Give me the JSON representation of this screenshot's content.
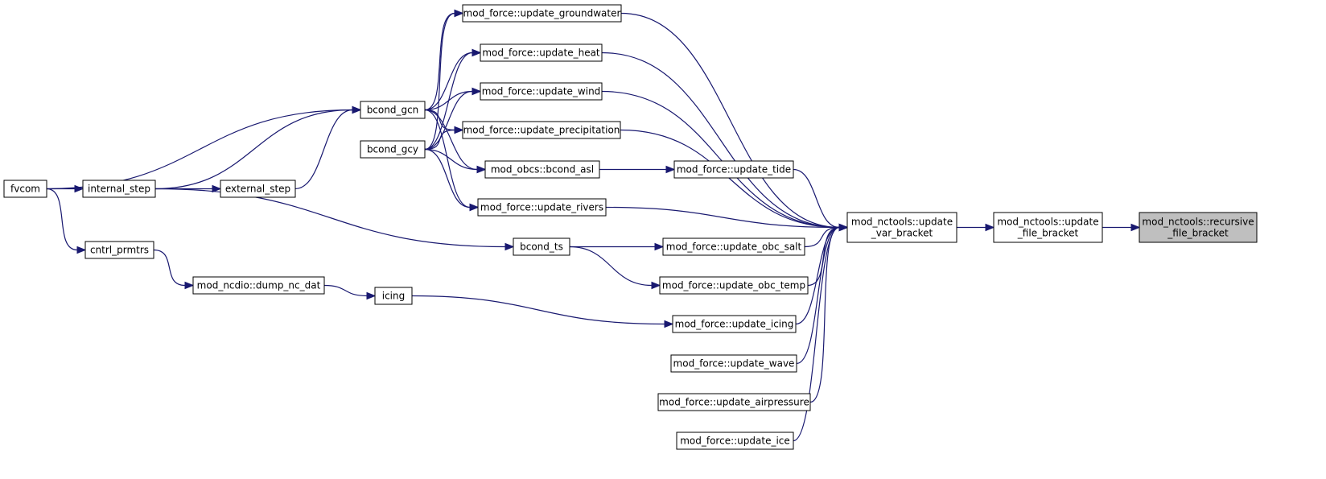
{
  "graph": {
    "edge_color": "#191970",
    "highlight_fill": "#bfbfbf",
    "nodes": [
      {
        "id": "fvcom",
        "lines": [
          "fvcom"
        ]
      },
      {
        "id": "internal_step",
        "lines": [
          "internal_step"
        ]
      },
      {
        "id": "cntrl_prmtrs",
        "lines": [
          "cntrl_prmtrs"
        ]
      },
      {
        "id": "external_step",
        "lines": [
          "external_step"
        ]
      },
      {
        "id": "bcond_gcn",
        "lines": [
          "bcond_gcn"
        ]
      },
      {
        "id": "bcond_gcy",
        "lines": [
          "bcond_gcy"
        ]
      },
      {
        "id": "dump_nc_dat",
        "lines": [
          "mod_ncdio::dump_nc_dat"
        ]
      },
      {
        "id": "icing",
        "lines": [
          "icing"
        ]
      },
      {
        "id": "update_groundwater",
        "lines": [
          "mod_force::update_groundwater"
        ]
      },
      {
        "id": "update_heat",
        "lines": [
          "mod_force::update_heat"
        ]
      },
      {
        "id": "update_wind",
        "lines": [
          "mod_force::update_wind"
        ]
      },
      {
        "id": "update_precipitation",
        "lines": [
          "mod_force::update_precipitation"
        ]
      },
      {
        "id": "bcond_asl",
        "lines": [
          "mod_obcs::bcond_asl"
        ]
      },
      {
        "id": "update_rivers",
        "lines": [
          "mod_force::update_rivers"
        ]
      },
      {
        "id": "bcond_ts",
        "lines": [
          "bcond_ts"
        ]
      },
      {
        "id": "update_tide",
        "lines": [
          "mod_force::update_tide"
        ]
      },
      {
        "id": "update_obc_salt",
        "lines": [
          "mod_force::update_obc_salt"
        ]
      },
      {
        "id": "update_obc_temp",
        "lines": [
          "mod_force::update_obc_temp"
        ]
      },
      {
        "id": "update_icing",
        "lines": [
          "mod_force::update_icing"
        ]
      },
      {
        "id": "update_wave",
        "lines": [
          "mod_force::update_wave"
        ]
      },
      {
        "id": "update_airpressure",
        "lines": [
          "mod_force::update_airpressure"
        ]
      },
      {
        "id": "update_ice",
        "lines": [
          "mod_force::update_ice"
        ]
      },
      {
        "id": "update_var_bracket",
        "lines": [
          "mod_nctools::update",
          "_var_bracket"
        ]
      },
      {
        "id": "update_file_bracket",
        "lines": [
          "mod_nctools::update",
          "_file_bracket"
        ]
      },
      {
        "id": "recursive_file_bracket",
        "lines": [
          "mod_nctools::recursive",
          "_file_bracket"
        ],
        "highlight": true
      }
    ],
    "edges": [
      {
        "from": "fvcom",
        "to": "internal_step"
      },
      {
        "from": "fvcom",
        "to": "bcond_gcn"
      },
      {
        "from": "fvcom",
        "to": "cntrl_prmtrs"
      },
      {
        "from": "internal_step",
        "to": "external_step"
      },
      {
        "from": "internal_step",
        "to": "bcond_gcn"
      },
      {
        "from": "internal_step",
        "to": "bcond_ts"
      },
      {
        "from": "external_step",
        "to": "bcond_gcn"
      },
      {
        "from": "cntrl_prmtrs",
        "to": "dump_nc_dat"
      },
      {
        "from": "dump_nc_dat",
        "to": "icing"
      },
      {
        "from": "icing",
        "to": "update_icing"
      },
      {
        "from": "bcond_gcn",
        "to": "update_groundwater"
      },
      {
        "from": "bcond_gcn",
        "to": "update_heat"
      },
      {
        "from": "bcond_gcn",
        "to": "update_wind"
      },
      {
        "from": "bcond_gcn",
        "to": "update_precipitation"
      },
      {
        "from": "bcond_gcn",
        "to": "bcond_asl"
      },
      {
        "from": "bcond_gcn",
        "to": "update_rivers"
      },
      {
        "from": "bcond_gcy",
        "to": "update_groundwater"
      },
      {
        "from": "bcond_gcy",
        "to": "update_heat"
      },
      {
        "from": "bcond_gcy",
        "to": "update_wind"
      },
      {
        "from": "bcond_gcy",
        "to": "update_precipitation"
      },
      {
        "from": "bcond_gcy",
        "to": "bcond_asl"
      },
      {
        "from": "bcond_gcy",
        "to": "update_rivers"
      },
      {
        "from": "bcond_asl",
        "to": "update_tide"
      },
      {
        "from": "bcond_ts",
        "to": "update_obc_salt"
      },
      {
        "from": "bcond_ts",
        "to": "update_obc_temp"
      },
      {
        "from": "update_groundwater",
        "to": "update_var_bracket"
      },
      {
        "from": "update_heat",
        "to": "update_var_bracket"
      },
      {
        "from": "update_wind",
        "to": "update_var_bracket"
      },
      {
        "from": "update_precipitation",
        "to": "update_var_bracket"
      },
      {
        "from": "update_tide",
        "to": "update_var_bracket"
      },
      {
        "from": "update_rivers",
        "to": "update_var_bracket"
      },
      {
        "from": "update_obc_salt",
        "to": "update_var_bracket"
      },
      {
        "from": "update_obc_temp",
        "to": "update_var_bracket"
      },
      {
        "from": "update_icing",
        "to": "update_var_bracket"
      },
      {
        "from": "update_wave",
        "to": "update_var_bracket"
      },
      {
        "from": "update_airpressure",
        "to": "update_var_bracket"
      },
      {
        "from": "update_ice",
        "to": "update_var_bracket"
      },
      {
        "from": "update_var_bracket",
        "to": "update_file_bracket"
      },
      {
        "from": "update_file_bracket",
        "to": "recursive_file_bracket"
      }
    ]
  }
}
